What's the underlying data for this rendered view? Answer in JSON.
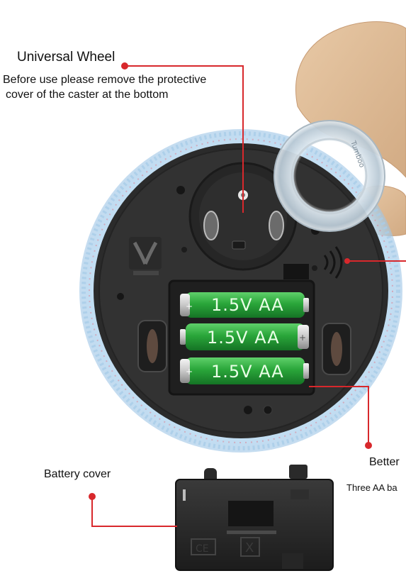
{
  "wheel": {
    "title": "Universal Wheel",
    "line1": "Before use please remove the protective",
    "line2": "cover of the caster at the bottom"
  },
  "cover": {
    "label": "Battery cover",
    "marks": [
      "CE",
      "X"
    ]
  },
  "better": {
    "label": "Better",
    "sub": "Three AA ba"
  },
  "batteries": [
    "1.5V AA",
    "1.5V AA",
    "1.5V AA"
  ],
  "ring_text": "Tumboo",
  "colors": {
    "callout": "#d8282c",
    "battery": "#2aa63a",
    "housing": "#2b2b2b"
  }
}
